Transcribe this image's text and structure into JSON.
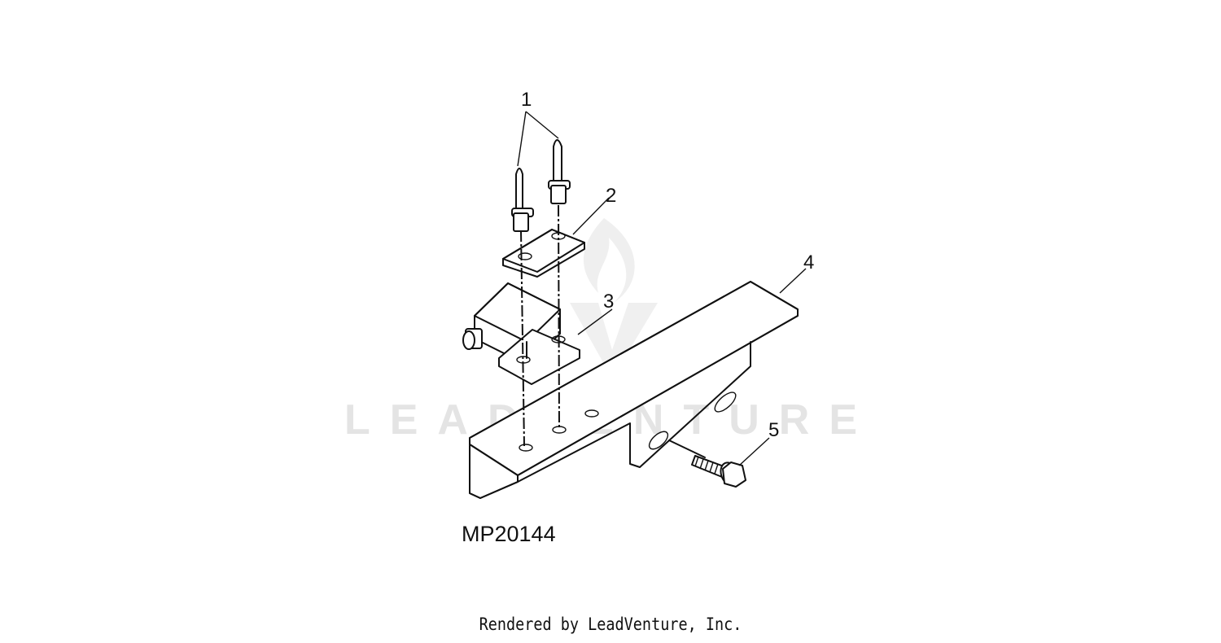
{
  "diagram": {
    "callouts": [
      "1",
      "2",
      "3",
      "4",
      "5"
    ],
    "figure_id": "MP20144",
    "watermark": "LEADVENTURE"
  },
  "footer": {
    "text": "Rendered by LeadVenture, Inc."
  },
  "colors": {
    "line": "#111111",
    "watermark": "#e4e4e4",
    "background": "#ffffff"
  }
}
